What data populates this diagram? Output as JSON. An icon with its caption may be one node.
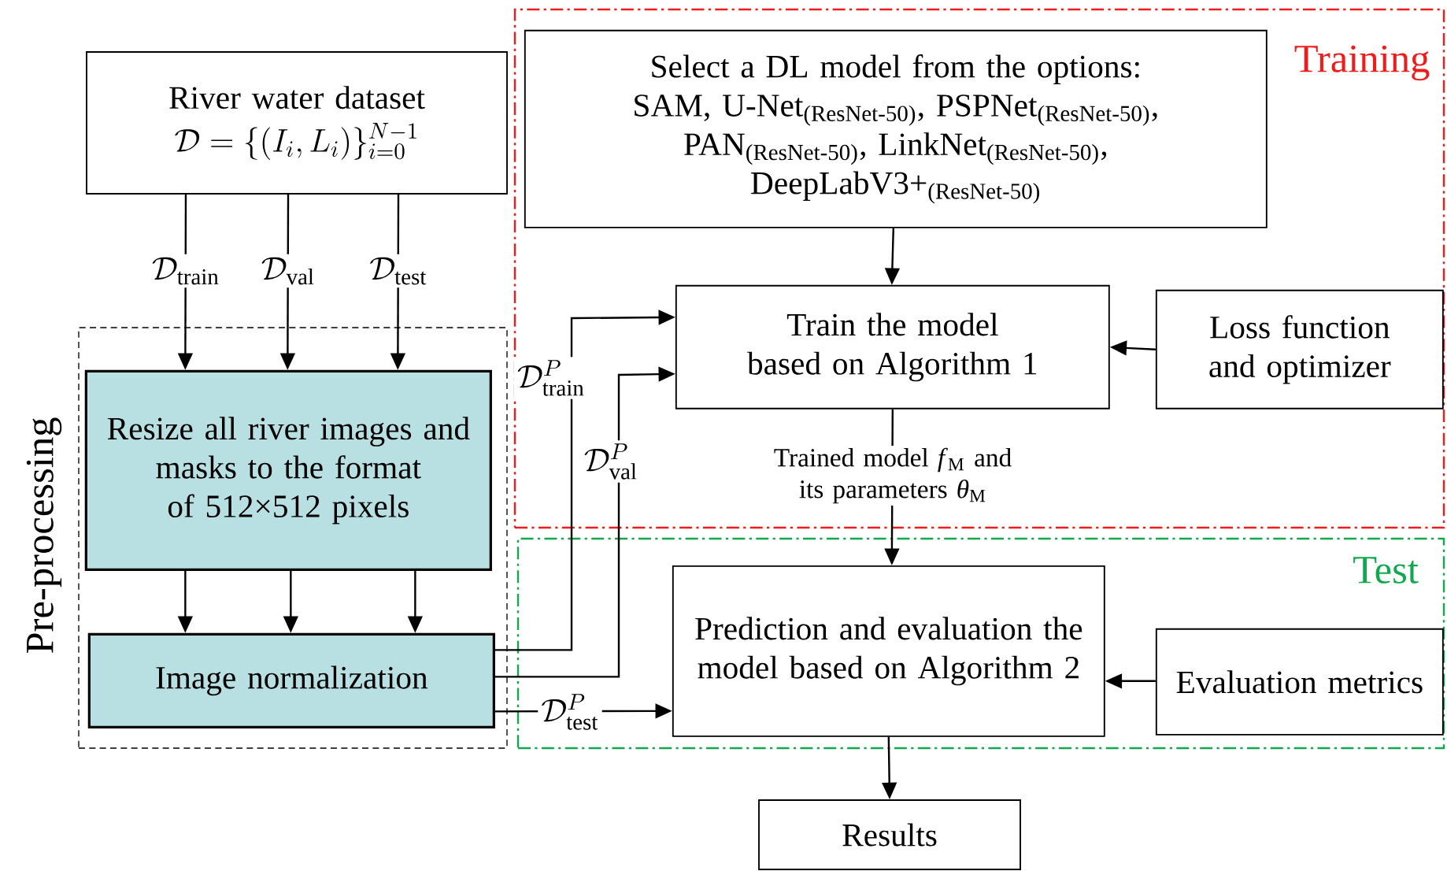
{
  "diagram": {
    "nodes": [
      {
        "text": [
          "Training"
        ]
      },
      {
        "text": [
          "Test"
        ]
      },
      {
        "text": [
          "Pre-processing"
        ]
      },
      {
        "text": [
          "River water dataset",
          "\\mathcal{D}=\\{(I_i,L_i)\\}_{i=0}^{N-1}"
        ]
      },
      {
        "text": [
          "Select a DL model from the options: SAM, U-Net$_{(ResNet-50)}$, PSPNet$_{(ResNet-50)}$, PAN$_{(ResNet-50)}$, LinkNet$_{(ResNet-50)}$, DeepLabV3+$_{(ResNet-50)}$"
        ],
        "in": 0
      },
      {
        "text": [
          "Train the model based on Algorithm 1"
        ],
        "in": 0
      },
      {
        "text": [
          "Loss function and optimizer"
        ],
        "in": 0
      },
      {
        "text": [
          "Prediction and evaluation the model based on Algorithm 2"
        ],
        "in": 1
      },
      {
        "text": [
          "Evaluation metrics"
        ],
        "in": 1
      },
      {
        "text": [
          "Resize all river images and masks to the format of 512×512 pixels"
        ],
        "in": 2
      },
      {
        "text": [
          "Image normalization"
        ],
        "in": 2
      },
      {
        "text": [
          "Results"
        ]
      }
    ],
    "edges": [
      {
        "from": 3,
        "to": 9,
        "arrow": "to",
        "label": "\\mathcal{D}_{\\mathrm{train}}"
      },
      {
        "from": 3,
        "to": 9,
        "arrow": "to",
        "label": "\\mathcal{D}_{\\mathrm{val}}"
      },
      {
        "from": 3,
        "to": 9,
        "arrow": "to",
        "label": "\\mathcal{D}_{\\mathrm{test}}"
      },
      {
        "from": 9,
        "to": 10,
        "arrow": "to"
      },
      {
        "from": 9,
        "to": 10,
        "arrow": "to"
      },
      {
        "from": 9,
        "to": 10,
        "arrow": "to"
      },
      {
        "from": 4,
        "to": 5,
        "arrow": "to"
      },
      {
        "from": 6,
        "to": 5,
        "arrow": "to"
      },
      {
        "from": 10,
        "to": 5,
        "arrow": "to",
        "label": "\\mathcal{D}^{P}_{\\mathrm{train}}"
      },
      {
        "from": 10,
        "to": 5,
        "arrow": "to",
        "label": "\\mathcal{D}^{P}_{\\mathrm{val}}"
      },
      {
        "from": 10,
        "to": 7,
        "arrow": "to",
        "label": "\\mathcal{D}^{P}_{\\mathrm{test}}"
      },
      {
        "from": 5,
        "to": 7,
        "arrow": "to",
        "label": "Trained model *f*$_{M}$ and its parameters *θ*$_{M}$"
      },
      {
        "from": 8,
        "to": 7,
        "arrow": "to"
      },
      {
        "from": 7,
        "to": 11,
        "arrow": "to"
      }
    ]
  }
}
